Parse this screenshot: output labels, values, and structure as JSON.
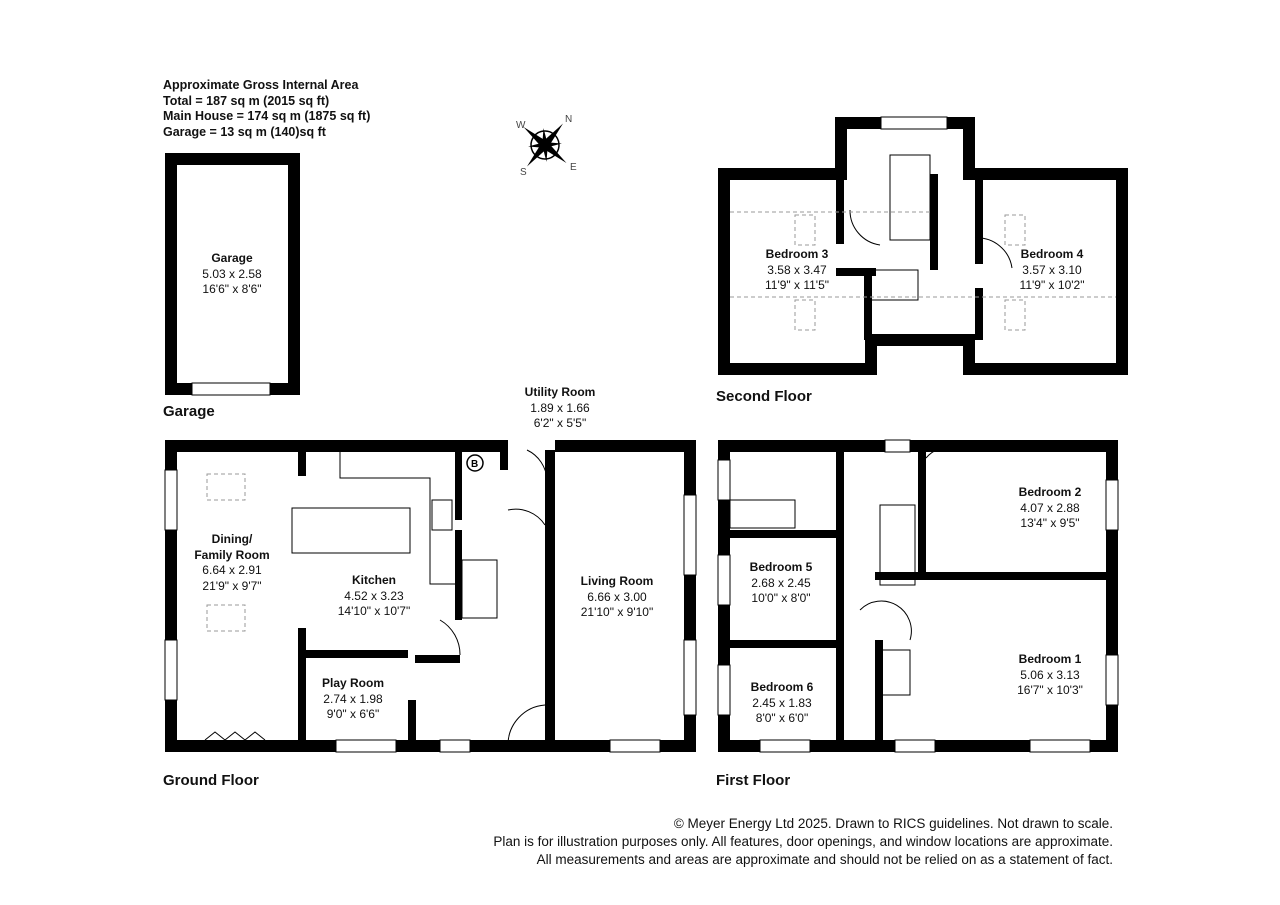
{
  "area_summary": {
    "title": "Approximate Gross Internal Area",
    "total": "Total = 187 sq m (2015 sq ft)",
    "main_house": "Main House = 174 sq m (1875 sq ft)",
    "garage": "Garage = 13 sq m (140)sq ft"
  },
  "compass": {
    "n": "N",
    "e": "E",
    "s": "S",
    "w": "W"
  },
  "floors": {
    "garage": "Garage",
    "second": "Second Floor",
    "ground": "Ground Floor",
    "first": "First Floor"
  },
  "rooms": {
    "garage": {
      "name": "Garage",
      "metric": "5.03 x 2.58",
      "imperial": "16'6\" x 8'6\""
    },
    "utility": {
      "name": "Utility Room",
      "metric": "1.89 x 1.66",
      "imperial": "6'2\" x 5'5\""
    },
    "dining": {
      "name": "Dining/",
      "name2": "Family Room",
      "metric": "6.64 x 2.91",
      "imperial": "21'9\" x 9'7\""
    },
    "kitchen": {
      "name": "Kitchen",
      "metric": "4.52 x 3.23",
      "imperial": "14'10\" x 10'7\""
    },
    "living": {
      "name": "Living Room",
      "metric": "6.66 x 3.00",
      "imperial": "21'10\" x 9'10\""
    },
    "play": {
      "name": "Play Room",
      "metric": "2.74 x 1.98",
      "imperial": "9'0\" x 6'6\""
    },
    "bedroom3": {
      "name": "Bedroom 3",
      "metric": "3.58 x 3.47",
      "imperial": "11'9\" x 11'5\""
    },
    "bedroom4": {
      "name": "Bedroom 4",
      "metric": "3.57 x 3.10",
      "imperial": "11'9\" x 10'2\""
    },
    "bedroom2": {
      "name": "Bedroom 2",
      "metric": "4.07 x 2.88",
      "imperial": "13'4\" x 9'5\""
    },
    "bedroom5": {
      "name": "Bedroom 5",
      "metric": "2.68 x 2.45",
      "imperial": "10'0\" x 8'0\""
    },
    "bedroom1": {
      "name": "Bedroom 1",
      "metric": "5.06 x 3.13",
      "imperial": "16'7\" x 10'3\""
    },
    "bedroom6": {
      "name": "Bedroom 6",
      "metric": "2.45 x 1.83",
      "imperial": "8'0\" x 6'0\""
    }
  },
  "boiler_label": "B",
  "footer": {
    "line1": "© Meyer Energy Ltd 2025. Drawn to RICS guidelines.  Not drawn to scale.",
    "line2": "Plan is for illustration purposes only. All features, door openings, and window locations are approximate.",
    "line3": "All measurements and areas are approximate and should not be relied on as a statement of fact."
  }
}
